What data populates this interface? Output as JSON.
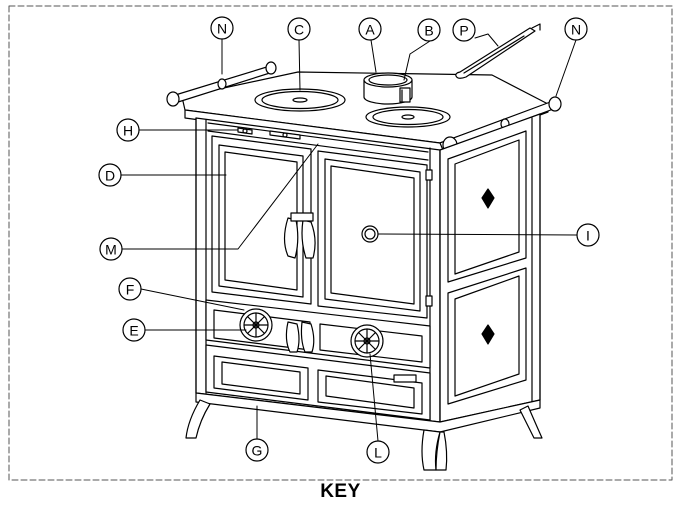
{
  "figure": {
    "caption": "KEY",
    "callouts": [
      {
        "id": "n-left",
        "label": "N"
      },
      {
        "id": "c",
        "label": "C"
      },
      {
        "id": "a",
        "label": "A"
      },
      {
        "id": "b",
        "label": "B"
      },
      {
        "id": "p",
        "label": "P"
      },
      {
        "id": "n-right",
        "label": "N"
      },
      {
        "id": "h",
        "label": "H"
      },
      {
        "id": "d",
        "label": "D"
      },
      {
        "id": "i",
        "label": "I"
      },
      {
        "id": "m",
        "label": "M"
      },
      {
        "id": "f",
        "label": "F"
      },
      {
        "id": "e",
        "label": "E"
      },
      {
        "id": "g",
        "label": "G"
      },
      {
        "id": "l",
        "label": "L"
      }
    ]
  },
  "colors": {
    "line": "#000000",
    "background": "#ffffff",
    "frame": "#555555"
  }
}
